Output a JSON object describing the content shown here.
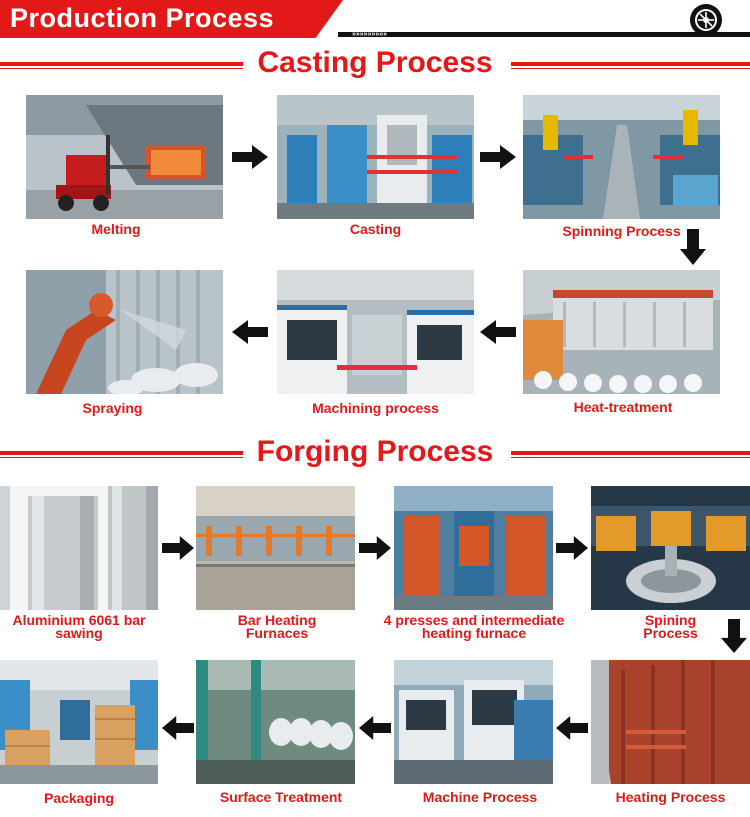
{
  "header": {
    "title": "Production Process",
    "chevrons": "»»»»»»»»»"
  },
  "casting": {
    "title": "Casting Process",
    "steps": [
      {
        "label": "Melting"
      },
      {
        "label": "Casting"
      },
      {
        "label": "Spinning Process"
      },
      {
        "label": "Heat-treatment"
      },
      {
        "label": "Machining process"
      },
      {
        "label": "Spraying"
      }
    ]
  },
  "forging": {
    "title": "Forging Process",
    "steps": [
      {
        "label": "Aluminium 6061 bar\nsawing"
      },
      {
        "label": "Bar Heating\nFurnaces"
      },
      {
        "label": "4 presses and intermediate\nheating furnace"
      },
      {
        "label": "Spining\nProcess"
      },
      {
        "label": "Heating Process"
      },
      {
        "label": "Machine Process"
      },
      {
        "label": "Surface Treatment"
      },
      {
        "label": "Packaging"
      }
    ]
  },
  "colors": {
    "accent": "#e31818",
    "dark": "#111111"
  }
}
